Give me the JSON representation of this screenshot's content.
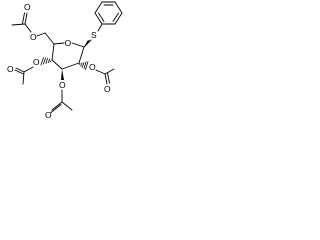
{
  "structure": {
    "atom_labels": {
      "ring_oxygen": "O",
      "sulfur": "S",
      "oac6_ester_oxygen": "O",
      "oac6_carbonyl_oxygen": "O",
      "oac4_ester_oxygen": "O",
      "oac4_carbonyl_oxygen": "O",
      "oac3_ester_oxygen": "O",
      "oac3_carbonyl_oxygen": "O",
      "oac2_ester_oxygen": "O",
      "oac2_carbonyl_oxygen": "O"
    },
    "colors": {
      "bond": "#000000",
      "label": "#000000",
      "background": "#ffffff"
    }
  }
}
